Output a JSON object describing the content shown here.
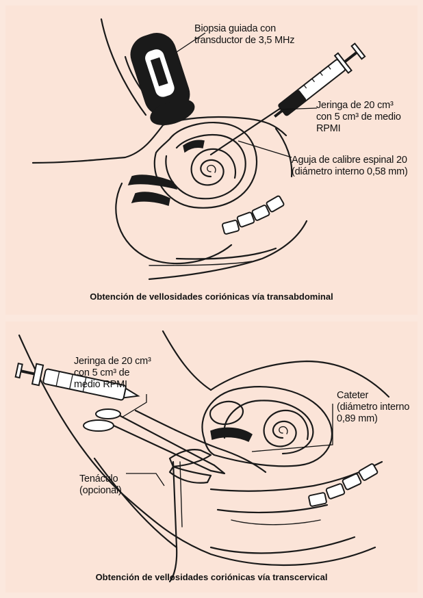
{
  "top_panel": {
    "label_transducer": "Biopsia guiada con\ntransductor de 3,5 MHz",
    "label_syringe": "Jeringa de 20 cm³\ncon 5 cm³ de medio\nRPMI",
    "label_needle": "Aguja de calibre espinal 20\n(diámetro interno 0,58 mm)",
    "caption": "Obtención de vellosidades coriónicas vía transabdominal"
  },
  "bottom_panel": {
    "label_syringe": "Jeringa de 20 cm³\ncon 5 cm³ de\nmedio RPMI",
    "label_catheter": "Cateter\n(diámetro interno\n0,89 mm)",
    "label_tenaculum": "Tenáculo\n(opcional)",
    "caption": "Obtención de vellosidades coriónicas vía transcervical"
  }
}
